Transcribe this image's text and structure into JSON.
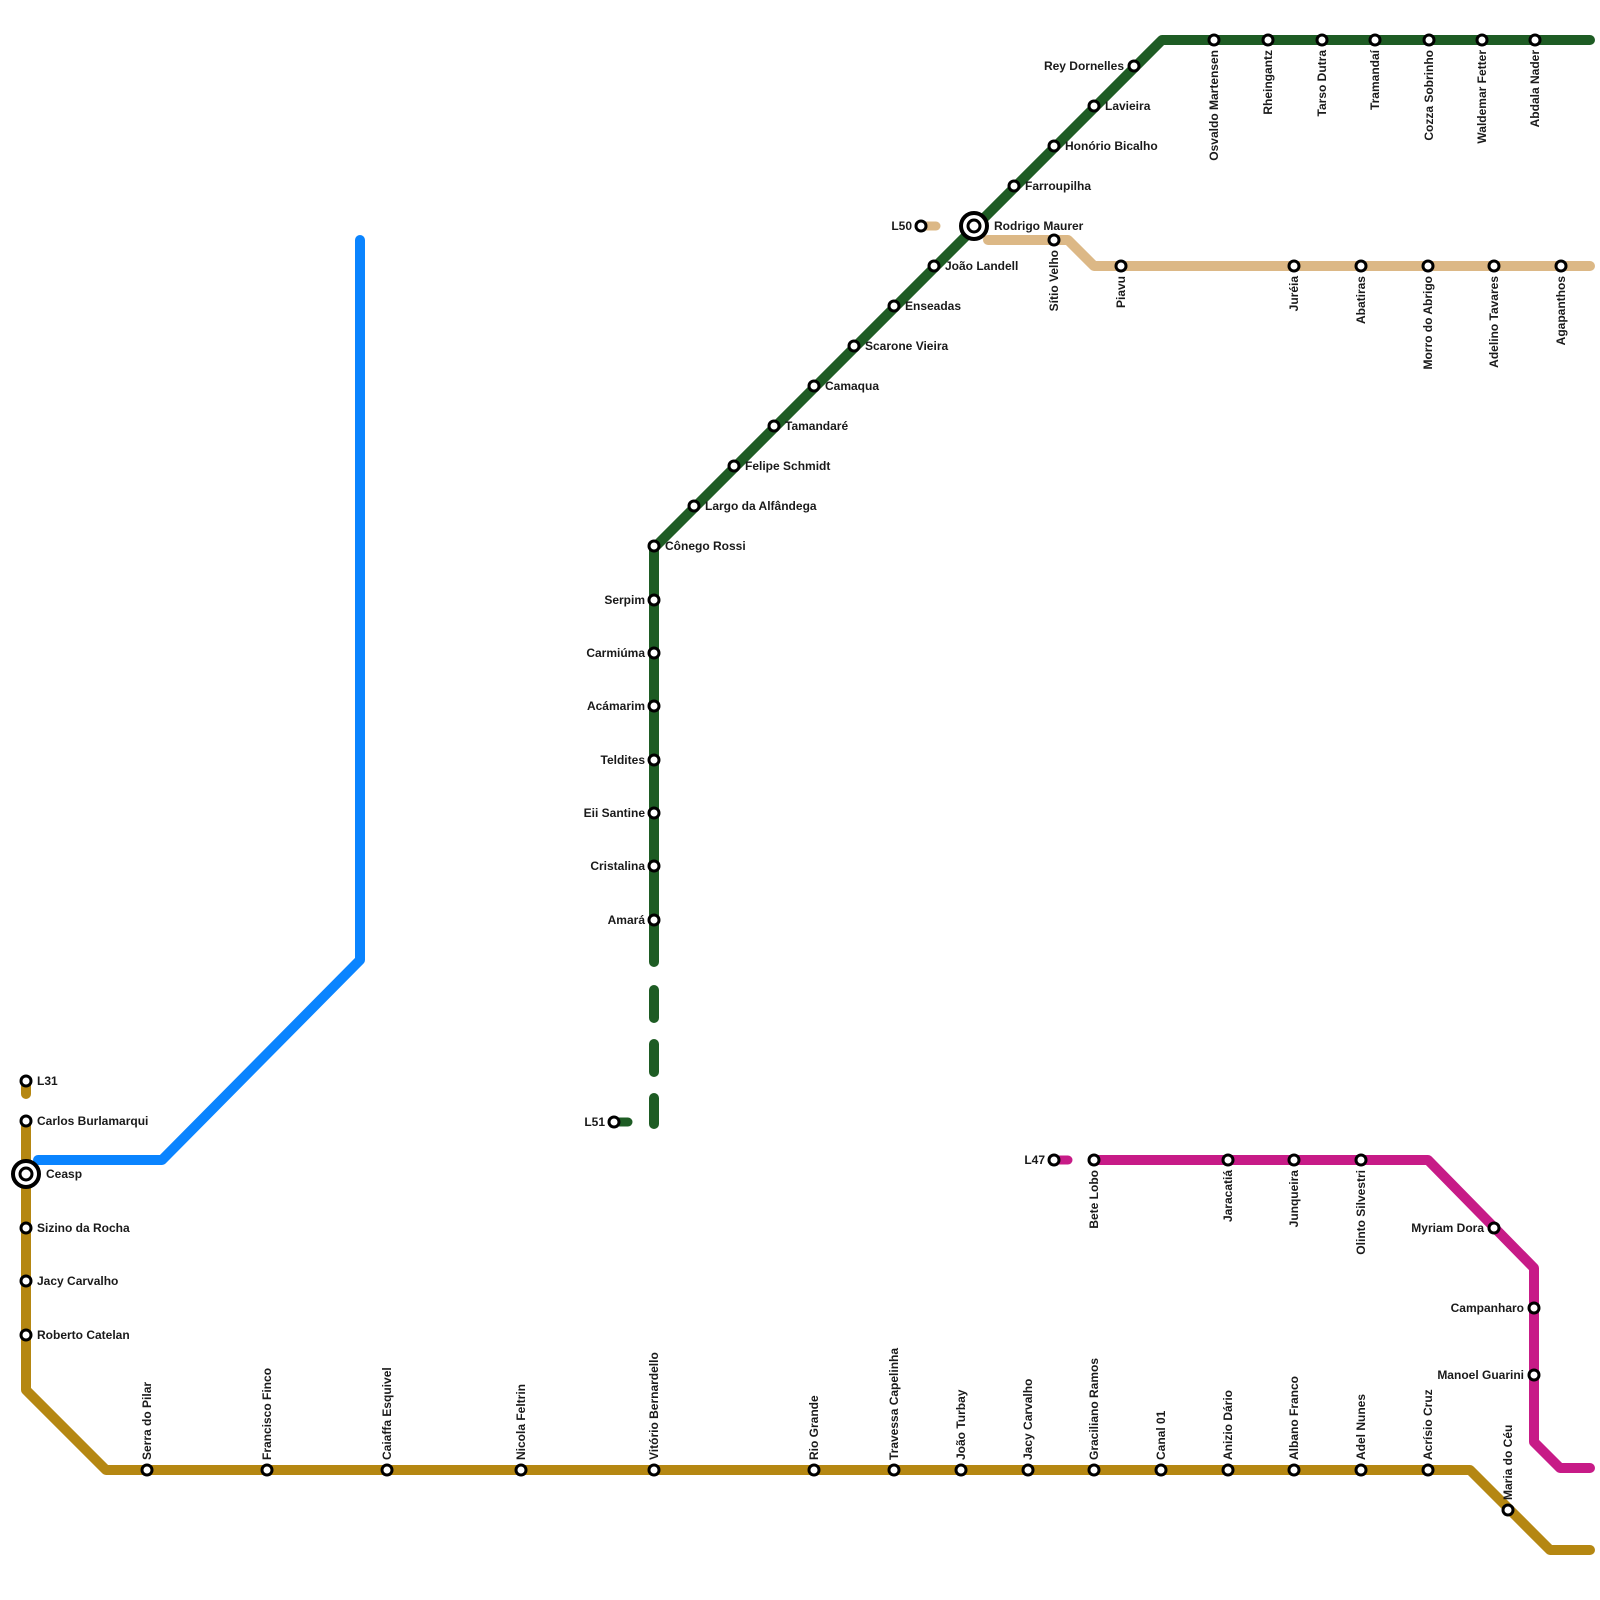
{
  "colors": {
    "green": "#1e5c24",
    "tan": "#dcb886",
    "gold": "#b58712",
    "blue": "#0a84ff",
    "magenta": "#c71b87",
    "station_fill": "#ffffff",
    "station_stroke": "#000000"
  },
  "lines": [
    {
      "id": "green",
      "color": "#1e5c24"
    },
    {
      "id": "tan",
      "color": "#dcb886"
    },
    {
      "id": "gold",
      "color": "#b58712"
    },
    {
      "id": "blue",
      "color": "#0a84ff"
    },
    {
      "id": "magenta",
      "color": "#c71b87"
    }
  ],
  "stations": {
    "rey_dornelles": "Rey Dornelles",
    "lavieira": "Lavieira",
    "honorio_bicalho": "Honório Bicalho",
    "farroupilha": "Farroupilha",
    "rodrigo_maurer": "Rodrigo Maurer",
    "joao_landell": "João Landell",
    "enseadas": "Enseadas",
    "scarone_vieira": "Scarone Vieira",
    "camaqua": "Camaqua",
    "tamandare": "Tamandaré",
    "felipe_schmidt": "Felipe Schmidt",
    "largo_alfandega": "Largo da Alfândega",
    "conego_rossi": "Cônego Rossi",
    "serpim": "Serpim",
    "carmiuma": "Carmiúma",
    "acamarim": "Acámarim",
    "teldites": "Teldites",
    "eii_santine": "Eii Santine",
    "cristalina": "Cristalina",
    "amara": "Amará",
    "l51": "L51",
    "l50": "L50",
    "sitio_velho": "Sítio Velho",
    "piavu": "Piavu",
    "jureia": "Juréia",
    "abatiras": "Abatiras",
    "morro_abrigo": "Morro do Abrigo",
    "adelino_tavares": "Adelino Tavares",
    "agapanthos": "Agapanthos",
    "osvaldo_martensen": "Osvaldo Martensen",
    "rheingantz": "Rheingantz",
    "tarso_dutra": "Tarso Dutra",
    "tramandai": "Tramandaí",
    "cozza_sobrinho": "Cozza Sobrinho",
    "waldemar_fetter": "Waldemar Fetter",
    "abdala_nader": "Abdala Nader",
    "l31": "L31",
    "carlos_burlamarqui": "Carlos Burlamarqui",
    "ceasp": "Ceasp",
    "sizino_rocha": "Sizino da Rocha",
    "jacy_carvalho_w": "Jacy Carvalho",
    "roberto_catelan": "Roberto Catelan",
    "serra_pilar": "Serra do Pilar",
    "francisco_finco": "Francisco Finco",
    "caiaffa_esquivel": "Caiaffa Esquivel",
    "nicola_feltrin": "Nicola Feltrin",
    "vitorio_bernardello": "Vitório Bernardello",
    "rio_grande": "Rio Grande",
    "travessa_capelinha": "Travessa Capelinha",
    "joao_turbay": "João Turbay",
    "jacy_carvalho_s": "Jacy Carvalho",
    "graciliano_ramos": "Graciliano Ramos",
    "canal_01": "Canal 01",
    "anizio_dario": "Anizio Dário",
    "albano_franco": "Albano Franco",
    "adel_nunes": "Adel Nunes",
    "acrisio_cruz": "Acrísio Cruz",
    "maria_ceu": "Maria do Céu",
    "l47": "L47",
    "bete_lobo": "Bete Lobo",
    "jaracatia": "Jaracatiá",
    "junqueira": "Junqueira",
    "olinto_silvestri": "Olinto Silvestri",
    "myriam_dora": "Myriam Dora",
    "campanharo": "Campanharo",
    "manoel_guarini": "Manoel Guarini"
  }
}
